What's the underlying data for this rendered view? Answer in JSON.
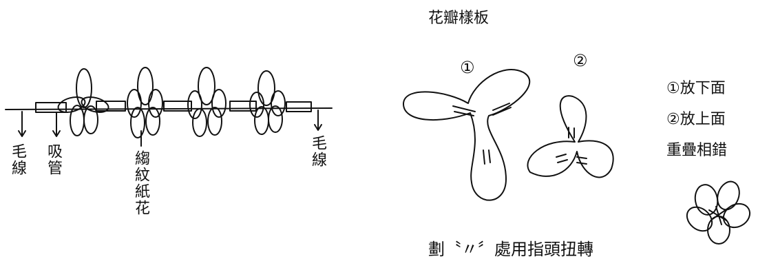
{
  "template_title": "花瓣樣板",
  "left_labels": {
    "yarn_left": "毛線",
    "straw": "吸管",
    "crepe_flower": "縐紋紙花",
    "yarn_right": "毛線"
  },
  "petal_markers": {
    "first": "①",
    "second": "②"
  },
  "instructions": {
    "place_bottom": "①放下面",
    "place_top": "②放上面",
    "overlap": "重疊相錯"
  },
  "caption": "劃〝〃〞處用指頭扭轉"
}
